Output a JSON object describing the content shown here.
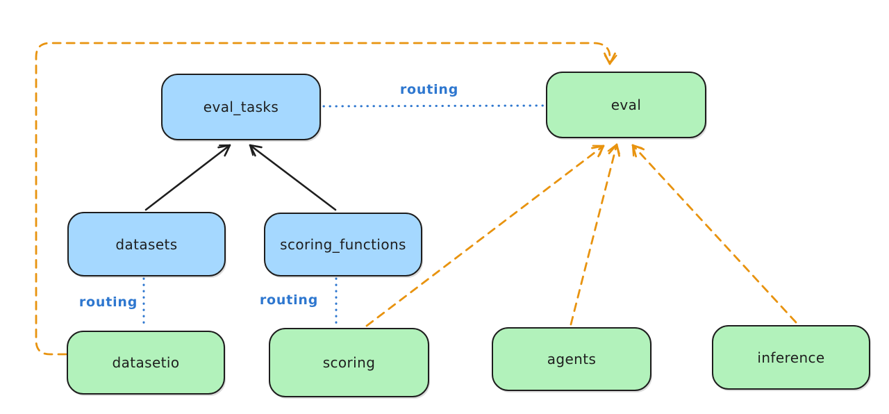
{
  "diagram": {
    "colors": {
      "blue_node_fill": "#a5d8ff",
      "green_node_fill": "#b2f2bb",
      "node_stroke": "#1e1e1e",
      "orange_dashed_edge": "#e8930f",
      "blue_dotted_edge": "#2e77cf",
      "background": "#ffffff"
    },
    "nodes": {
      "eval_tasks": {
        "label": "eval_tasks",
        "color": "blue"
      },
      "eval": {
        "label": "eval",
        "color": "green"
      },
      "datasets": {
        "label": "datasets",
        "color": "blue"
      },
      "scoring_functions": {
        "label": "scoring_functions",
        "color": "blue"
      },
      "datasetio": {
        "label": "datasetio",
        "color": "green"
      },
      "scoring": {
        "label": "scoring",
        "color": "green"
      },
      "agents": {
        "label": "agents",
        "color": "green"
      },
      "inference": {
        "label": "inference",
        "color": "green"
      }
    },
    "edge_labels": [
      {
        "text": "routing"
      },
      {
        "text": "routing"
      },
      {
        "text": "routing"
      }
    ],
    "edges": [
      {
        "from": "datasets",
        "to": "eval_tasks",
        "style": "solid-black-arrow"
      },
      {
        "from": "scoring_functions",
        "to": "eval_tasks",
        "style": "solid-black-arrow"
      },
      {
        "from": "eval_tasks",
        "to": "eval",
        "style": "dotted-blue",
        "label": "routing"
      },
      {
        "from": "datasets",
        "to": "datasetio",
        "style": "dotted-blue",
        "label": "routing"
      },
      {
        "from": "scoring_functions",
        "to": "scoring",
        "style": "dotted-blue",
        "label": "routing"
      },
      {
        "from": "datasetio",
        "to": "eval",
        "style": "dashed-orange-arrow"
      },
      {
        "from": "scoring",
        "to": "eval",
        "style": "dashed-orange-arrow"
      },
      {
        "from": "agents",
        "to": "eval",
        "style": "dashed-orange-arrow"
      },
      {
        "from": "inference",
        "to": "eval",
        "style": "dashed-orange-arrow"
      }
    ]
  }
}
